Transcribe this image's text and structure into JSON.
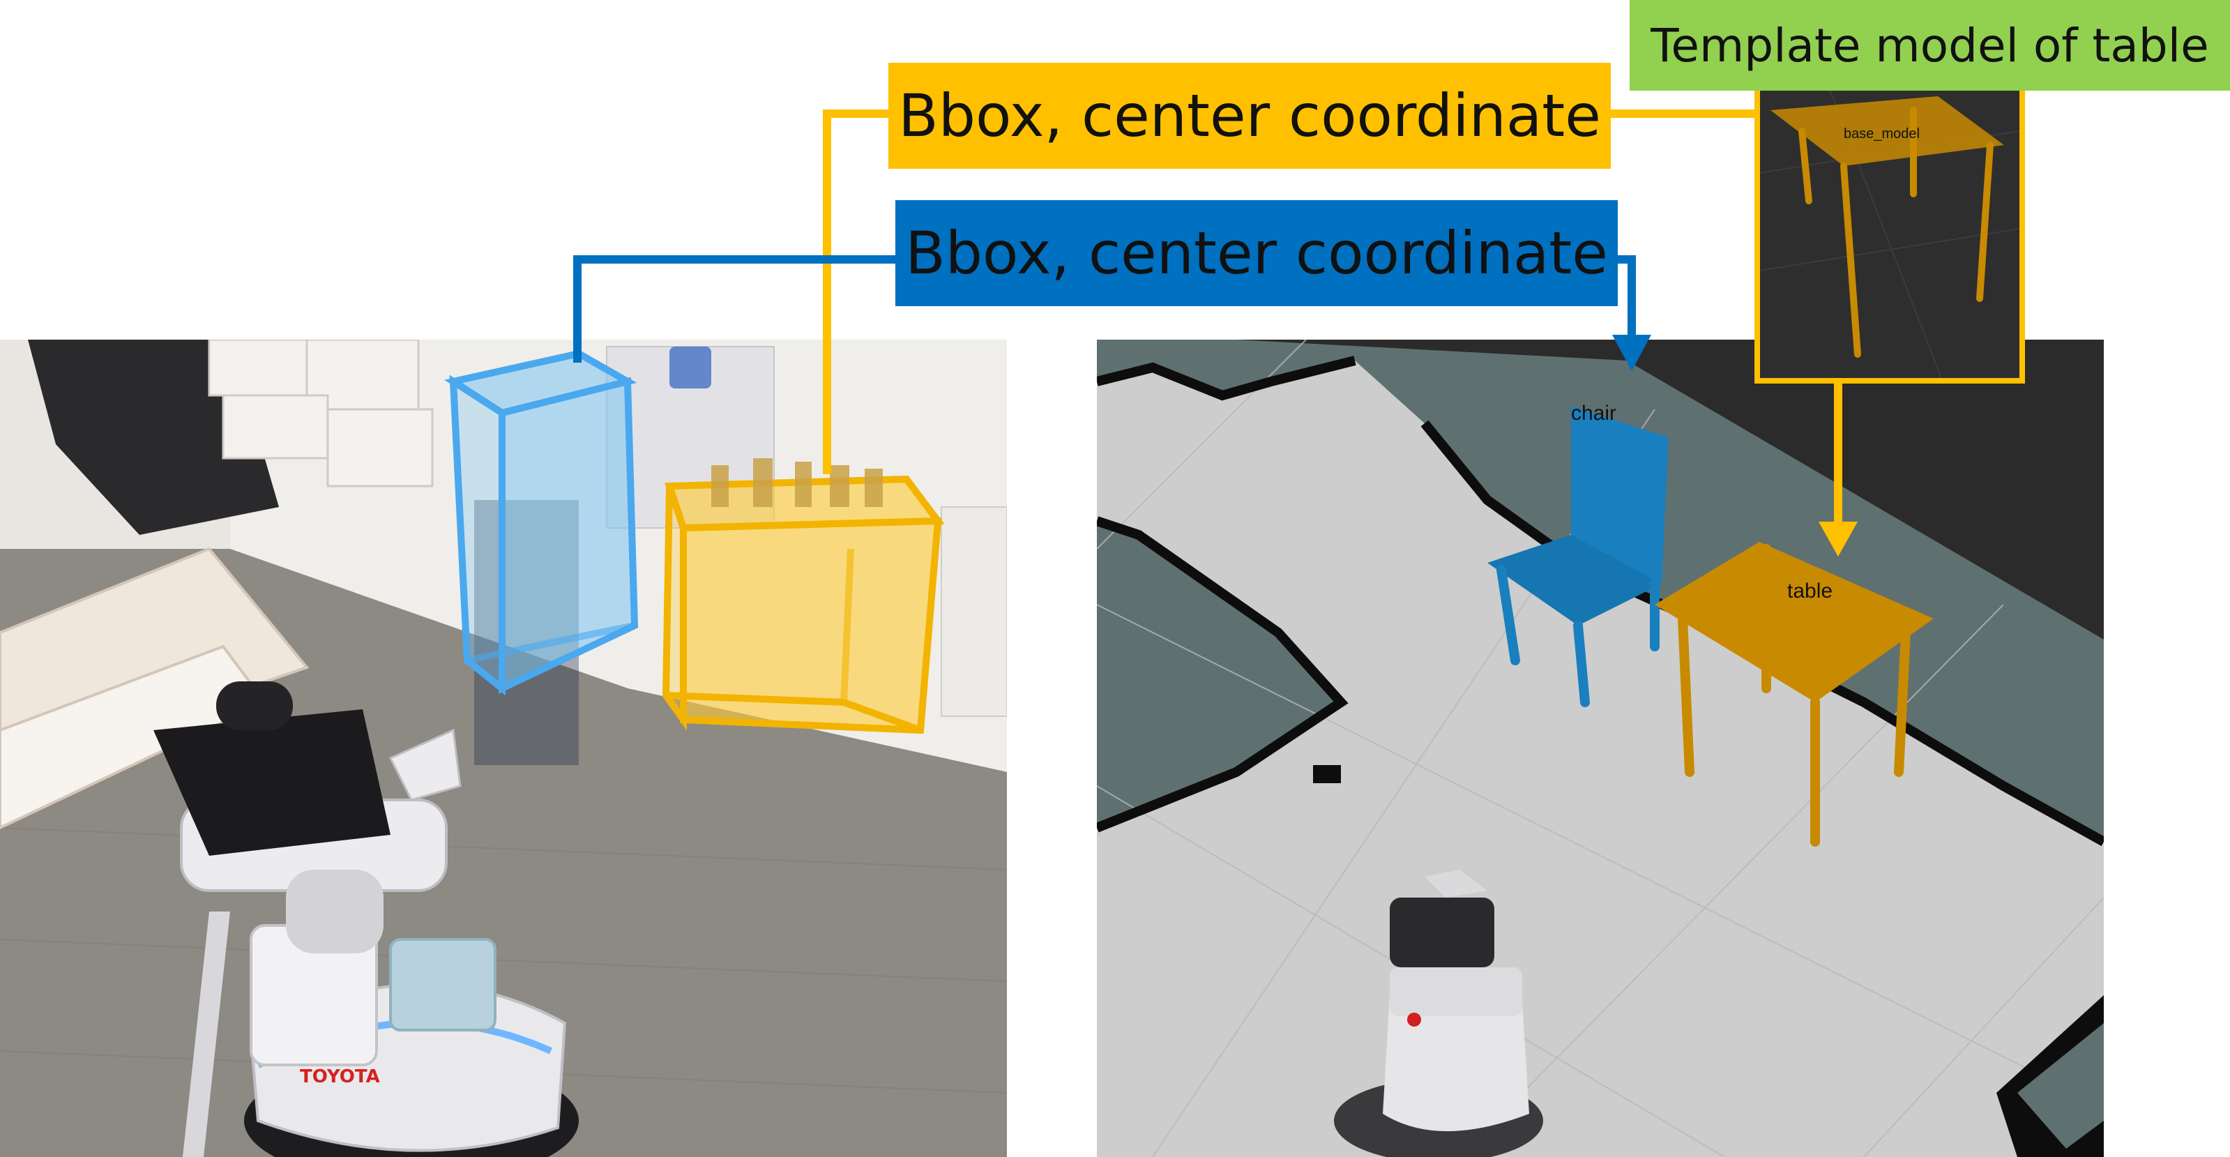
{
  "labels": {
    "template": "Template model of table",
    "bbox_yellow": "Bbox, center coordinate",
    "bbox_blue": "Bbox, center coordinate"
  },
  "scene": {
    "template_viewer_caption": "base_model",
    "chair_label": "chair",
    "table_label": "table",
    "robot_brand": "TOYOTA"
  },
  "colors": {
    "yellow": "#ffc000",
    "blue": "#0070c0",
    "green": "#92d050",
    "chair_model": "#1a7fbf",
    "table_model": "#c88a00",
    "map_floor": "#cdcdcd",
    "map_unknown": "#5f7070"
  }
}
